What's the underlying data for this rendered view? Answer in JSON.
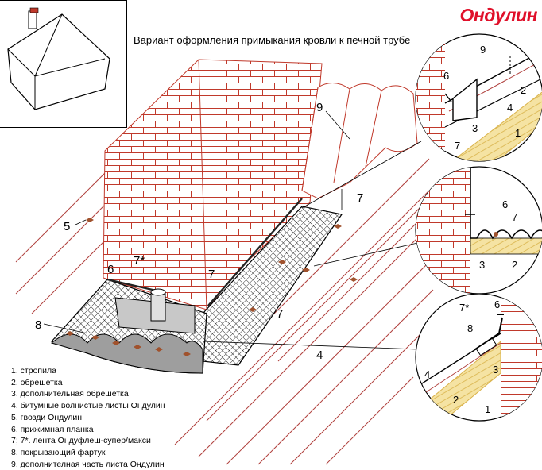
{
  "brand": {
    "logo_text": "Ондулин",
    "color": "#e0102a"
  },
  "title": "Вариант оформления примыкания кровли к печной трубе",
  "legend": [
    "1. стропила",
    "2. обрешетка",
    "3. дополнительная обрешетка",
    "4. битумные волнистые листы Ондулин",
    "5. гвозди Ондулин",
    "6. прижимная планка",
    "7; 7*.  лента Ондуфлеш-супер/макси",
    "8. покрывающий фартук",
    "9. дополнителная часть листа Ондулин"
  ],
  "callouts": {
    "main": {
      "n5": "5",
      "n6": "6",
      "n7star": "7*",
      "n8": "8",
      "n9": "9",
      "n7a": "7",
      "n7b": "7",
      "n7c": "7",
      "n4": "4"
    },
    "detail_top": {
      "n6": "6",
      "n9": "9",
      "n2": "2",
      "n4": "4",
      "n3": "3",
      "n1": "1",
      "n7": "7"
    },
    "detail_mid": {
      "n6": "6",
      "n7": "7",
      "n3": "3",
      "n2": "2"
    },
    "detail_bottom": {
      "n7star": "7*",
      "n6": "6",
      "n8": "8",
      "n3": "3",
      "n4": "4",
      "n2": "2",
      "n1": "1"
    }
  },
  "colors": {
    "brick": "#c0392b",
    "roof_lines": "#b0413e",
    "nail": "#a0522d",
    "timber": "#e8c25a",
    "flashing": "#9e9e9e"
  }
}
